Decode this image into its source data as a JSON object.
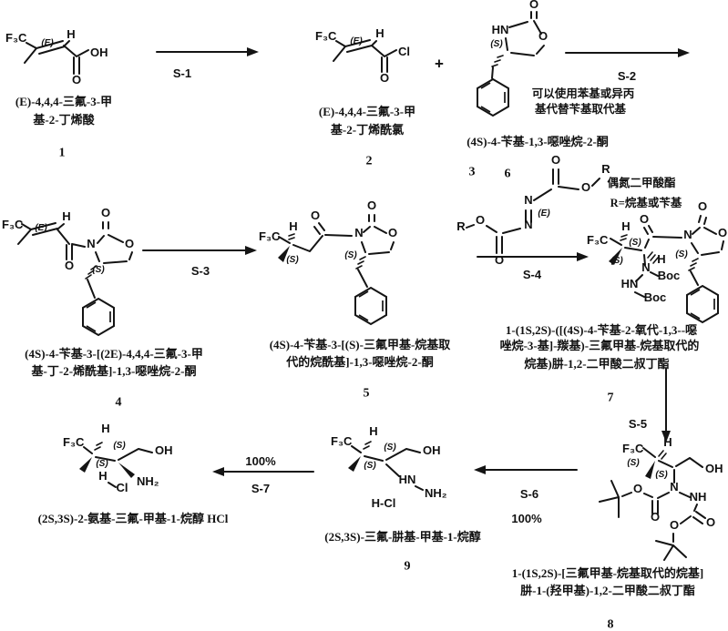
{
  "atoms": {
    "f3c": "F₃C",
    "h": "H",
    "o": "O",
    "oh": "OH",
    "cl": "Cl",
    "hn": "HN",
    "nh": "NH",
    "n": "N",
    "nh2": "NH₂",
    "r": "R",
    "boc": "Boc",
    "s": "(S)",
    "e": "(E)",
    "hcl": "H-Cl",
    "plus": "+"
  },
  "compounds": {
    "c1": {
      "number": "1",
      "name1": "(E)-4,4,4-三氟-3-甲",
      "name2": "基-2-丁烯酸"
    },
    "c2": {
      "number": "2",
      "name1": "(E)-4,4,4-三氟-3-甲",
      "name2": "基-2-丁烯酰氯"
    },
    "c3": {
      "number": "3",
      "name1": "(4S)-4-苄基-1,3-噁唑烷-2-酮"
    },
    "c4": {
      "number": "4",
      "name1": "(4S)-4-苄基-3-[(2E)-4,4,4-三氟-3-甲",
      "name2": "基-丁-2-烯酰基]-1,3-噁唑烷-2-酮"
    },
    "c5": {
      "number": "5",
      "name1": "(4S)-4-苄基-3-[(S)-三氟甲基-烷基取",
      "name2": "代的烷酰基]-1,3-噁唑烷-2-酮"
    },
    "c6": {
      "number": "6",
      "note1": "偶氮二甲酸酯",
      "note2": "R=烷基或苄基"
    },
    "c7": {
      "number": "7",
      "name1": "1-(1S,2S)-([(4S)-4-苄基-2-氧代-1,3--噁",
      "name2": "唑烷-3-基]-羰基)-三氟甲基-烷基取代的",
      "name3": "烷基)肼-1,2-二甲酸二叔丁酯"
    },
    "c8": {
      "number": "8",
      "name1": "1-(1S,2S)-[三氟甲基-烷基取代的烷基]",
      "name2": "肼-1-(羟甲基)-1,2-二甲酸二叔丁酯"
    },
    "c9": {
      "number": "9",
      "name1": "(2S,3S)-三氟-肼基-甲基-1-烷醇"
    },
    "c10": {
      "name1": "(2S,3S)-2-氨基-三氟-甲基-1-烷醇 HCl"
    }
  },
  "steps": {
    "s1": {
      "label": "S-1"
    },
    "s2": {
      "label": "S-2",
      "note1": "可以使用苯基或异丙",
      "note2": "基代替苄基取代基"
    },
    "s3": {
      "label": "S-3"
    },
    "s4": {
      "label": "S-4"
    },
    "s5": {
      "label": "S-5"
    },
    "s6": {
      "label": "S-6",
      "yield": "100%"
    },
    "s7": {
      "label": "S-7",
      "yield": "100%"
    }
  }
}
